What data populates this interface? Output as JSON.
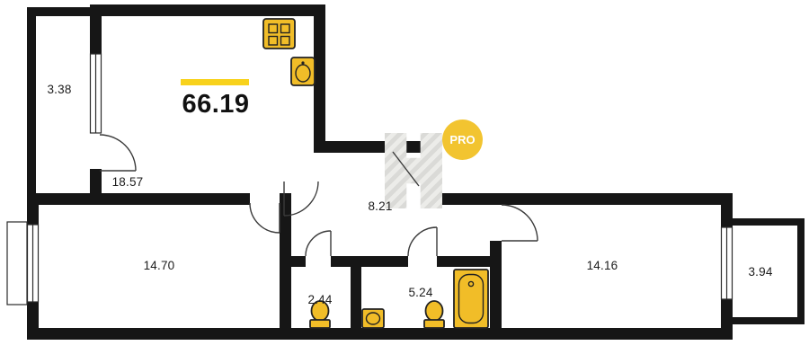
{
  "total_area": "66.19",
  "rooms": {
    "balcony_left": "3.38",
    "living": "18.57",
    "hall": "8.21",
    "bedroom_left": "14.70",
    "wc": "2.44",
    "bathroom": "5.24",
    "bedroom_right": "14.16",
    "balcony_right": "3.94"
  },
  "watermark_badge": "PRO",
  "colors": {
    "wall": "#161616",
    "accent": "#f1bd28",
    "underline": "#f8d21c",
    "badge": "#f2c430",
    "watermark_a": "#dadad7",
    "watermark_b": "#ecece9"
  },
  "icons": {
    "stove": "2x2 burner grid",
    "kitchen_sink": "oval basin",
    "toilet_wc": "bowl with tank",
    "washbasin": "small basin",
    "toilet_bathroom": "bowl with tank",
    "bathtub": "tub with drain"
  }
}
